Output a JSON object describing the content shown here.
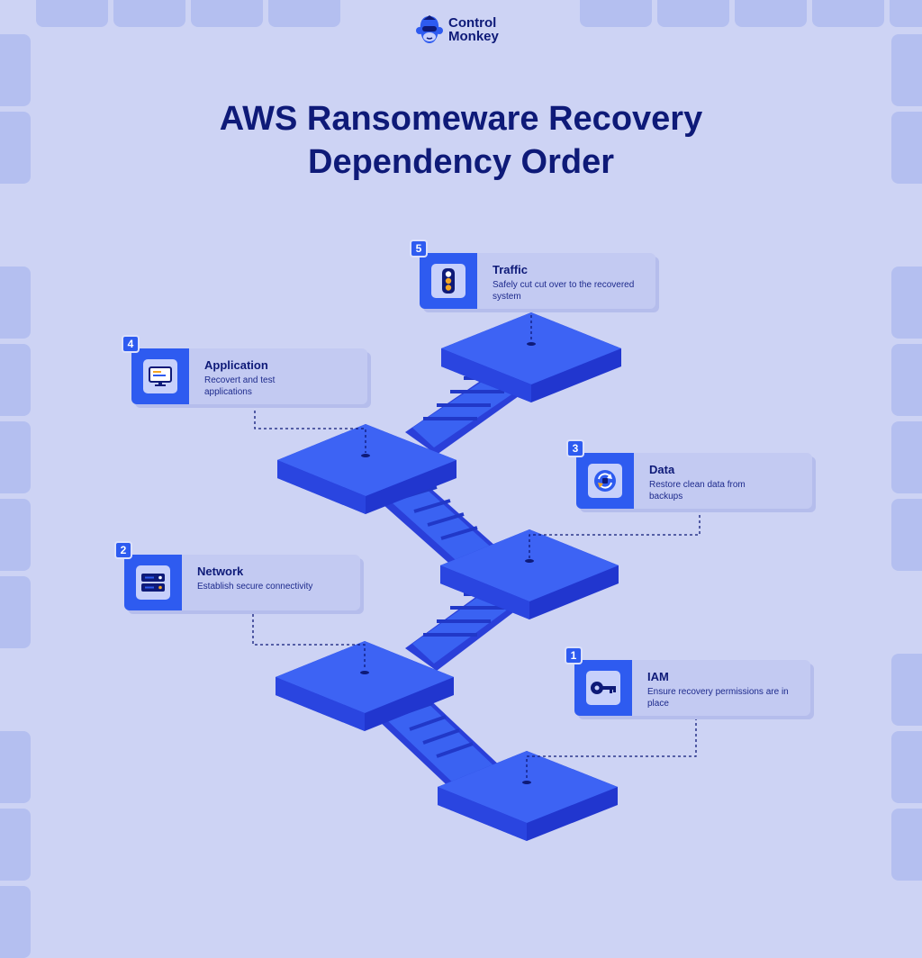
{
  "brand": {
    "name_line1": "Control",
    "name_line2": "Monkey"
  },
  "title": {
    "line1": "AWS Ransomeware Recovery",
    "line2": "Dependency Order"
  },
  "colors": {
    "background": "#cdd3f4",
    "accent": "#2e5bf0",
    "title": "#0e1a78",
    "card": "#c3caf2"
  },
  "steps": [
    {
      "number": "1",
      "title": "IAM",
      "description": "Ensure recovery permissions are in place",
      "icon": "key-icon"
    },
    {
      "number": "2",
      "title": "Network",
      "description": "Establish secure connectivity",
      "icon": "server-icon"
    },
    {
      "number": "3",
      "title": "Data",
      "description": "Restore clean data from backups",
      "icon": "data-restore-icon"
    },
    {
      "number": "4",
      "title": "Application",
      "description": "Recovert and test applications",
      "icon": "monitor-icon"
    },
    {
      "number": "5",
      "title": "Traffic",
      "description": "Safely cut cut over to the recovered system",
      "icon": "traffic-light-icon"
    }
  ]
}
